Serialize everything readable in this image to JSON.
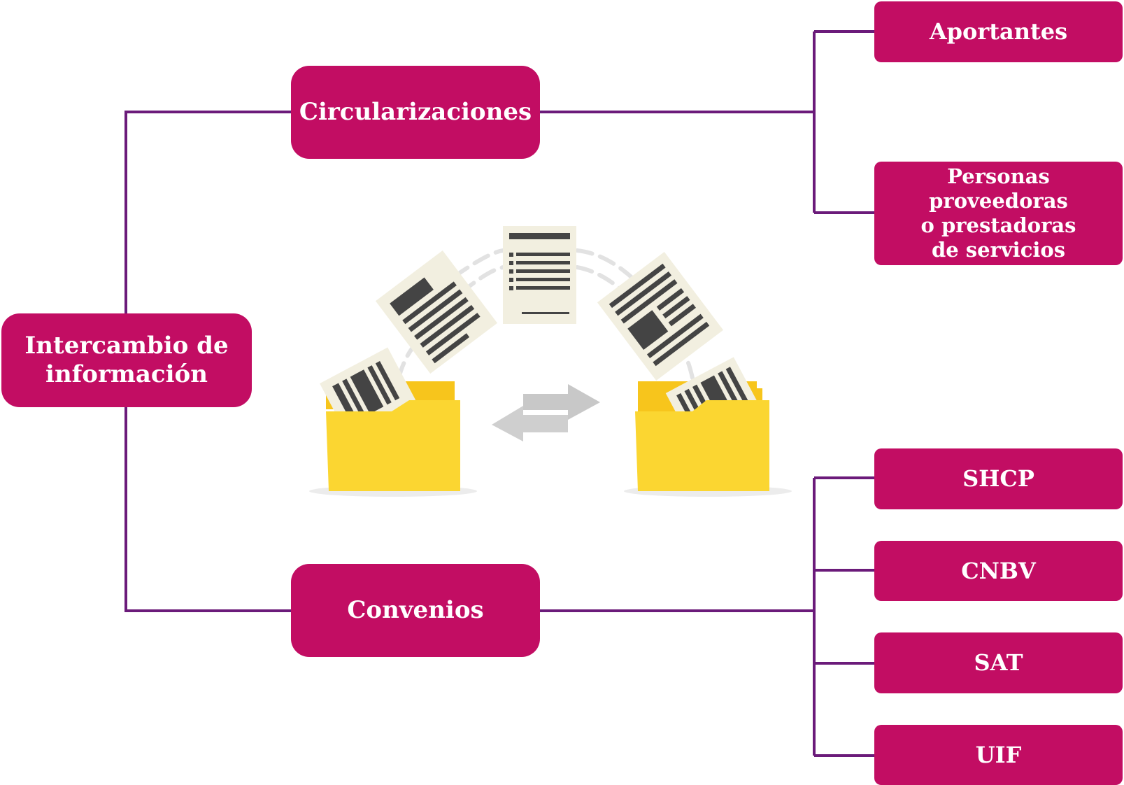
{
  "colors": {
    "node_fill": "#c20d63",
    "connector": "#6b1b7a",
    "node_text": "#ffffff",
    "folder": "#fbd631",
    "paper": "#f2efe0",
    "ink": "#444444",
    "arrow": "#c8c8c8"
  },
  "root": {
    "label": "Intercambio de\ninformación"
  },
  "branches": [
    {
      "label": "Circularizaciones",
      "children": [
        {
          "label": "Aportantes"
        },
        {
          "label": "Personas proveedoras\no prestadoras\nde servicios"
        }
      ]
    },
    {
      "label": "Convenios",
      "children": [
        {
          "label": "SHCP"
        },
        {
          "label": "CNBV"
        },
        {
          "label": "SAT"
        },
        {
          "label": "UIF"
        }
      ]
    }
  ],
  "illustration": {
    "icon": "document-exchange-icon"
  }
}
